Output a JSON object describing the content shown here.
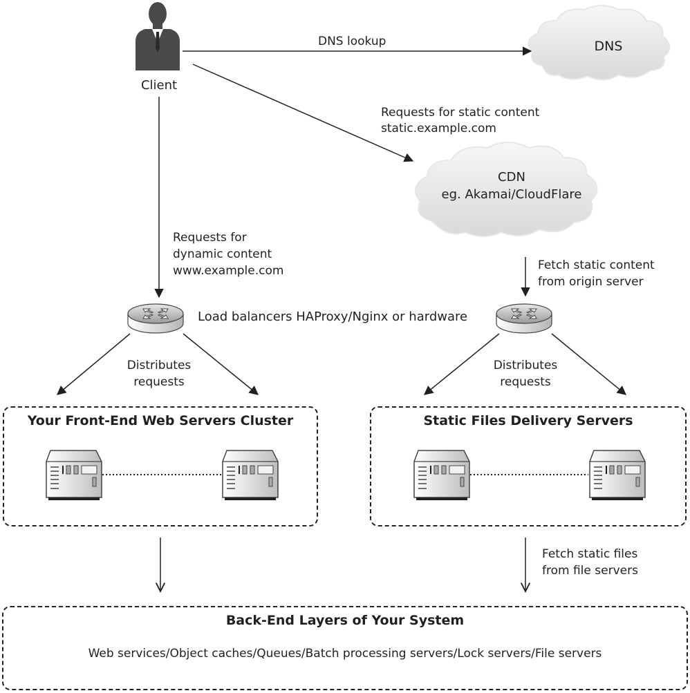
{
  "client": {
    "label": "Client",
    "icon": "person-icon"
  },
  "dns": {
    "label": "DNS",
    "icon": "cloud-icon"
  },
  "cdn": {
    "line1": "CDN",
    "line2": "eg. Akamai/CloudFlare",
    "icon": "cloud-icon"
  },
  "edges": {
    "dns_lookup": "DNS lookup",
    "static_requests": [
      "Requests for static content",
      "static.example.com"
    ],
    "dynamic_requests": [
      "Requests for",
      "dynamic content",
      "www.example.com"
    ],
    "fetch_origin": [
      "Fetch static content",
      "from origin server"
    ],
    "distributes_left": [
      "Distributes",
      "requests"
    ],
    "distributes_right": [
      "Distributes",
      "requests"
    ],
    "fetch_files": [
      "Fetch static files",
      "from file servers"
    ]
  },
  "load_balancers": {
    "label": "Load balancers HAProxy/Nginx or hardware",
    "icon": "router-icon"
  },
  "clusters": {
    "frontend": {
      "title": "Your Front-End Web Servers Cluster",
      "servers": 2,
      "icon": "server-icon"
    },
    "static": {
      "title": "Static Files Delivery Servers",
      "servers": 2,
      "icon": "server-icon"
    }
  },
  "backend": {
    "title": "Back-End Layers of Your System",
    "description": "Web services/Object caches/Queues/Batch processing servers/Lock servers/File servers"
  }
}
